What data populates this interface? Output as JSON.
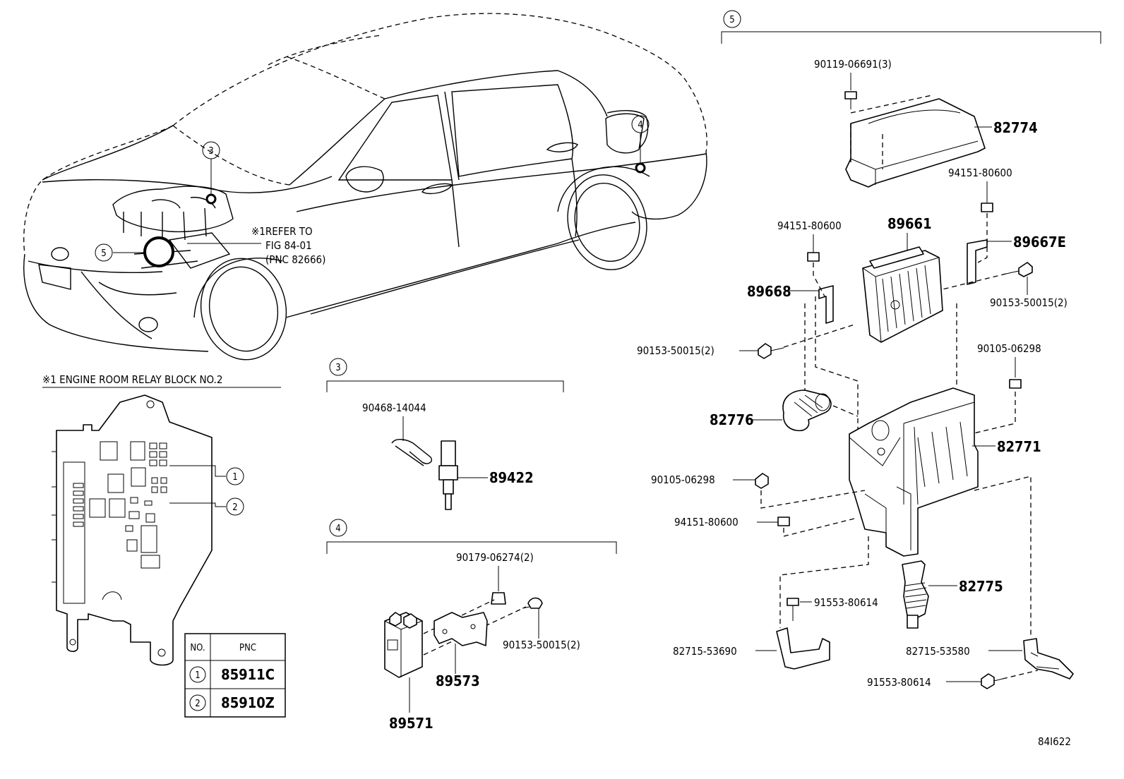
{
  "diagram_id": "84I622",
  "refer_note": {
    "line1": "※1REFER TO",
    "line2": "FIG 84-01",
    "line3": "(PNC 82666)"
  },
  "relay_block_title": "※1 ENGINE ROOM RELAY BLOCK NO.2",
  "pnc_table": {
    "header_no": "NO.",
    "header_pnc": "PNC",
    "rows": [
      {
        "no": "1",
        "pnc": "85911C"
      },
      {
        "no": "2",
        "pnc": "85910Z"
      }
    ]
  },
  "callouts": {
    "c1": "1",
    "c2": "2",
    "c3": "3",
    "c4": "4",
    "c5": "5"
  },
  "section_3": {
    "number": "3",
    "parts": {
      "clip": "90468-14044",
      "sensor": "89422"
    }
  },
  "section_4": {
    "number": "4",
    "parts": {
      "nut": "90179-06274(2)",
      "bolt": "90153-50015(2)",
      "bracket": "89573",
      "module": "89571"
    }
  },
  "section_5": {
    "number": "5",
    "parts": {
      "screw_top": "90119-06691(3)",
      "cover": "82774",
      "nut_cover": "94151-80600",
      "ecu": "89661",
      "nut_left": "94151-80600",
      "bracket_right": "89667E",
      "bracket_left": "89668",
      "bolt_right": "90153-50015(2)",
      "bolt_left": "90153-50015(2)",
      "bolt_case_right": "90105-06298",
      "grommet": "82776",
      "case": "82771",
      "bolt_case_left": "90105-06298",
      "nut_case": "94151-80600",
      "boot": "82775",
      "screw_lower": "91553-80614",
      "bracket_lower_left": "82715-53690",
      "bracket_lower_right": "82715-53580",
      "screw_lower_right": "91553-80614"
    }
  }
}
